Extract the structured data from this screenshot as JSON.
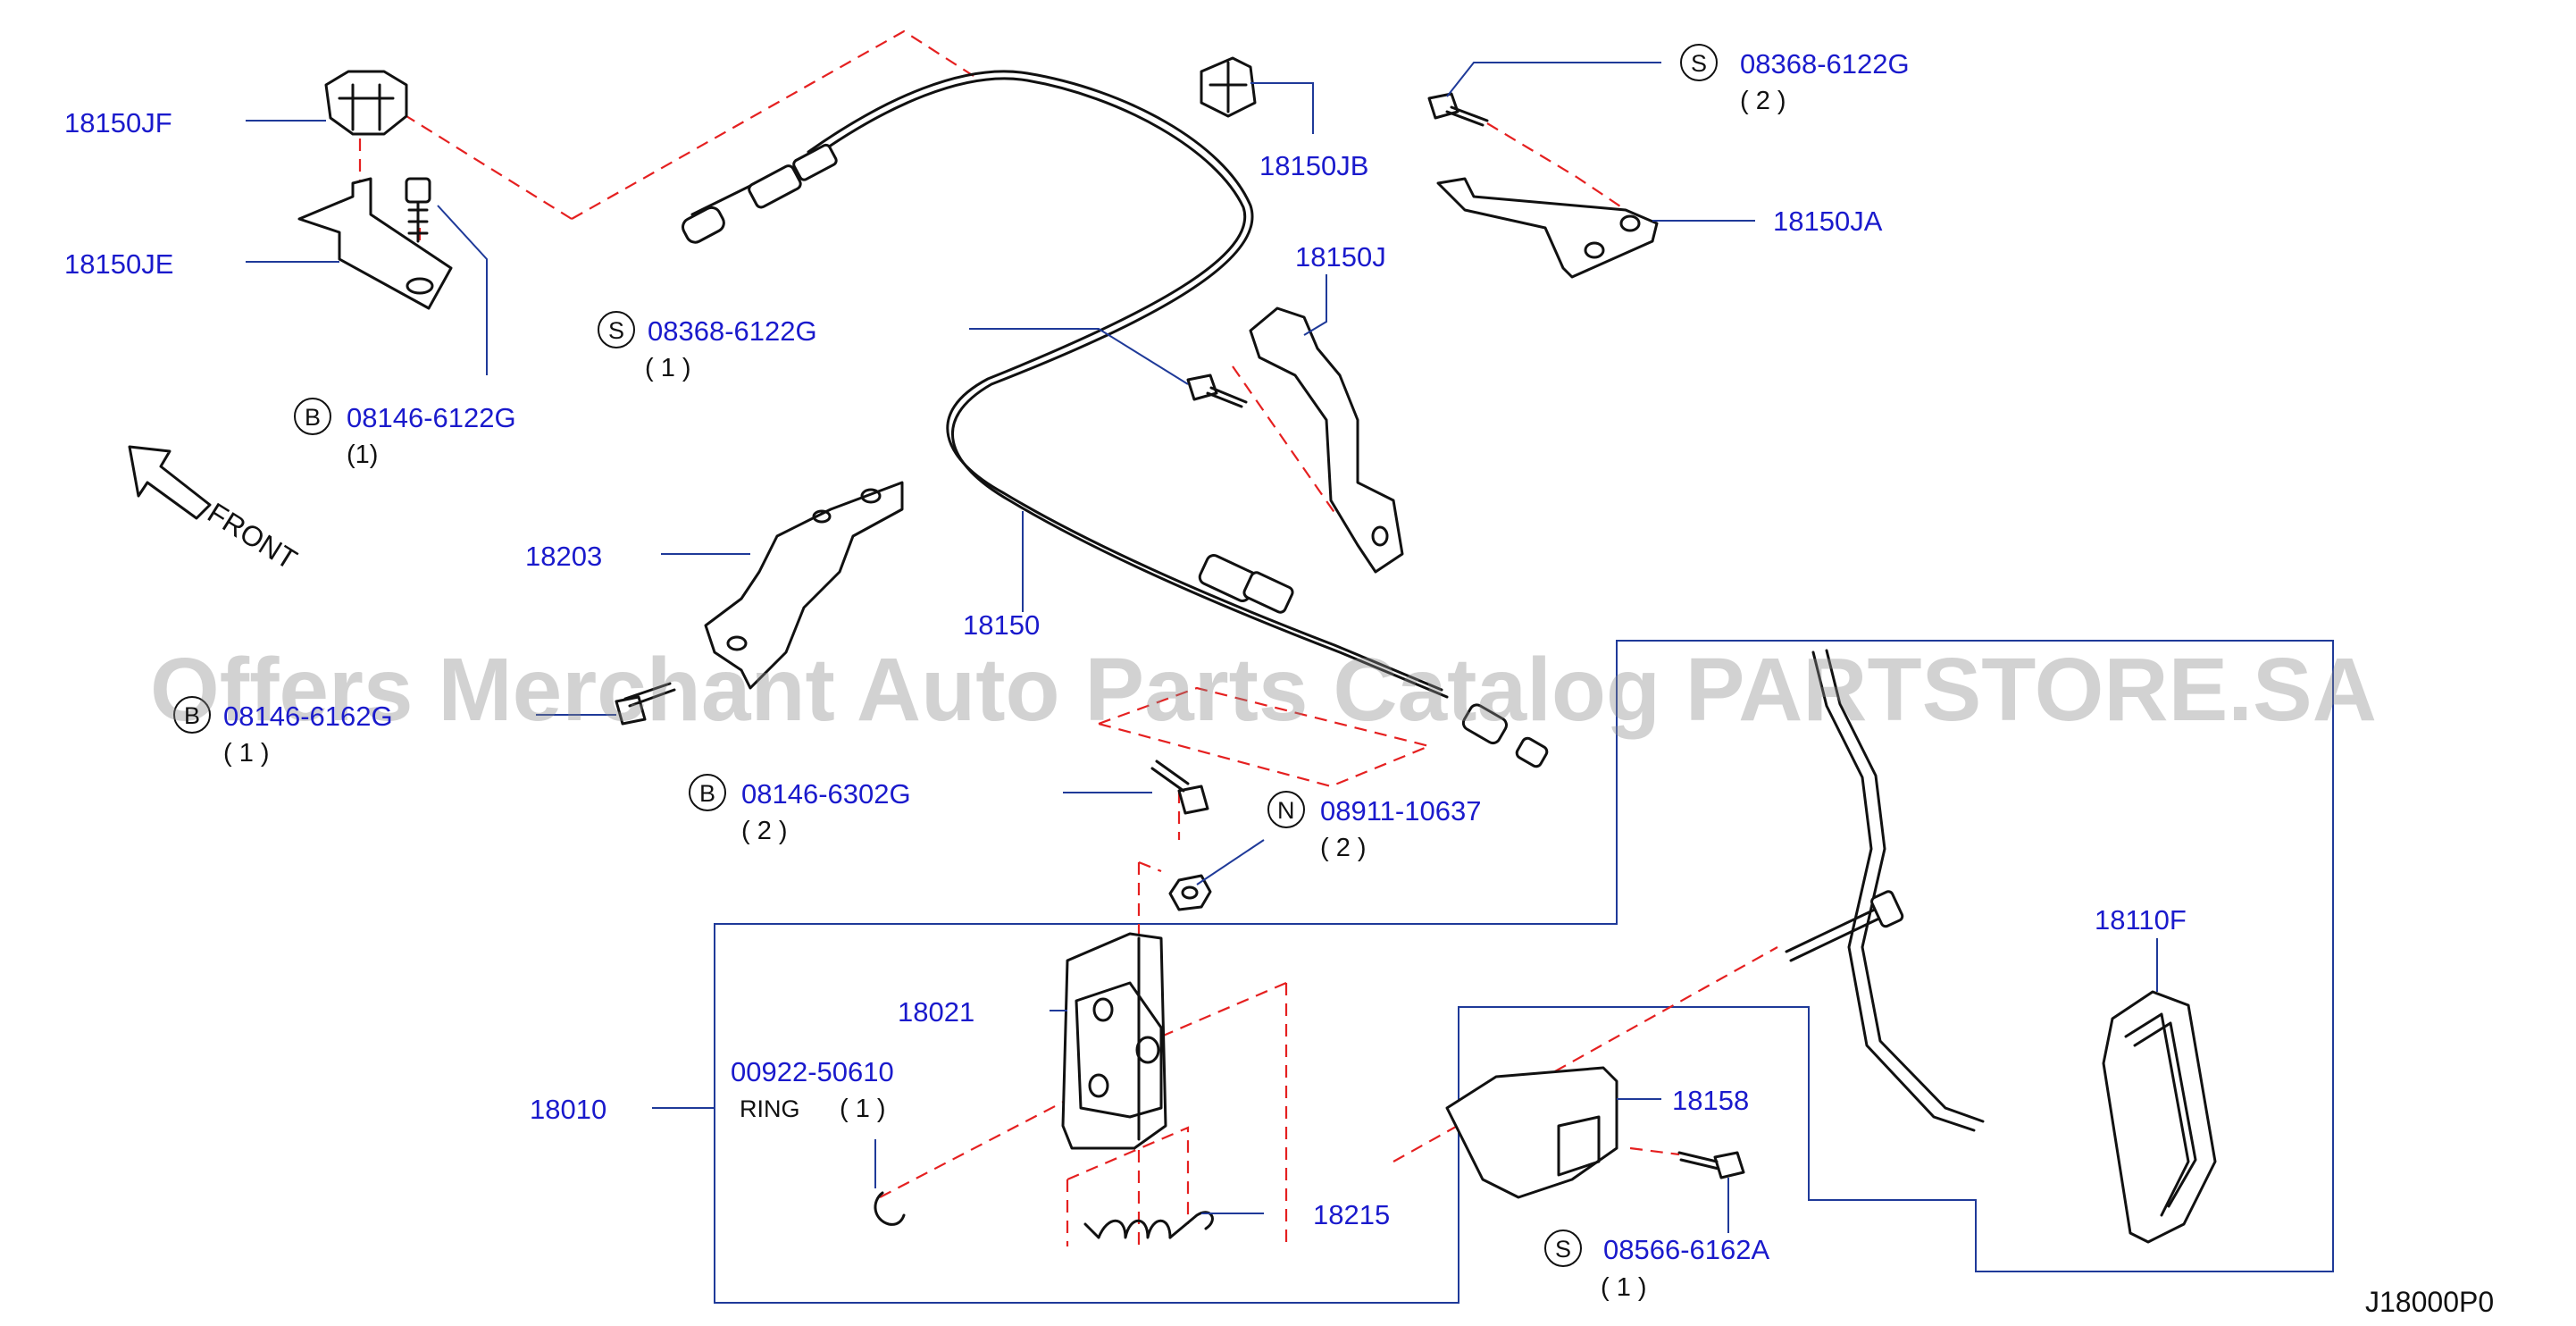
{
  "diagram_code": "J18000P0",
  "watermark": "Offers Merchant Auto Parts Catalog PARTSTORE.SA",
  "front_label": "FRONT",
  "parts": {
    "p18150JF": "18150JF",
    "p18150JE": "18150JE",
    "p18150JB": "18150JB",
    "p18150JA": "18150JA",
    "p18150J": "18150J",
    "p18150": "18150",
    "p18203": "18203",
    "p18110F": "18110F",
    "p18021": "18021",
    "p18010": "18010",
    "p18158": "18158",
    "p18215": "18215",
    "p00922": "00922-50610"
  },
  "ring_label": "RING",
  "fasteners": {
    "s_top": {
      "code": "S",
      "part": "08368-6122G",
      "qty": "( 2 )"
    },
    "s_mid": {
      "code": "S",
      "part": "08368-6122G",
      "qty": "( 1 )"
    },
    "b_left": {
      "code": "B",
      "part": "08146-6122G",
      "qty": "(1)"
    },
    "b_wm": {
      "code": "B",
      "part": "08146-6162G",
      "qty": "( 1 )"
    },
    "b_mid": {
      "code": "B",
      "part": "08146-6302G",
      "qty": "( 2 )"
    },
    "n_mid": {
      "code": "N",
      "part": "08911-10637",
      "qty": "( 2 )"
    },
    "s_low": {
      "code": "S",
      "part": "08566-6162A",
      "qty": "( 1 )"
    }
  },
  "ring_qty": "( 1 )"
}
